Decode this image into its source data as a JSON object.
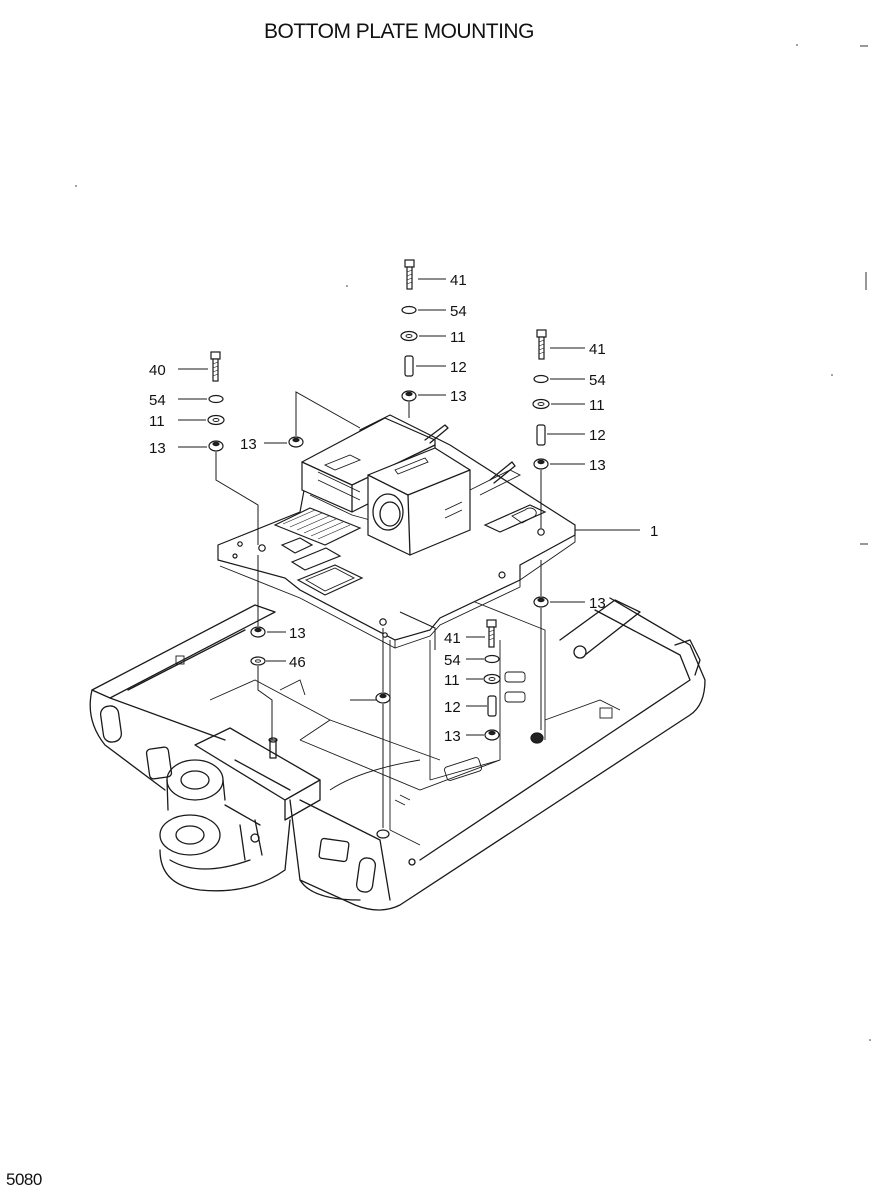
{
  "title": "BOTTOM PLATE MOUNTING",
  "page_number": "5080",
  "callouts": [
    {
      "id": "c-top-41",
      "label": "41",
      "part": "bolt"
    },
    {
      "id": "c-top-54",
      "label": "54",
      "part": "lock-washer"
    },
    {
      "id": "c-top-11",
      "label": "11",
      "part": "washer"
    },
    {
      "id": "c-top-12",
      "label": "12",
      "part": "sleeve"
    },
    {
      "id": "c-top-13",
      "label": "13",
      "part": "rubber-mount"
    },
    {
      "id": "c-right-41",
      "label": "41",
      "part": "bolt"
    },
    {
      "id": "c-right-54",
      "label": "54",
      "part": "lock-washer"
    },
    {
      "id": "c-right-11",
      "label": "11",
      "part": "washer"
    },
    {
      "id": "c-right-12",
      "label": "12",
      "part": "sleeve"
    },
    {
      "id": "c-right-13",
      "label": "13",
      "part": "rubber-mount"
    },
    {
      "id": "c-left-40",
      "label": "40",
      "part": "bolt"
    },
    {
      "id": "c-left-54",
      "label": "54",
      "part": "lock-washer"
    },
    {
      "id": "c-left-11",
      "label": "11",
      "part": "washer"
    },
    {
      "id": "c-left-13",
      "label": "13",
      "part": "rubber-mount"
    },
    {
      "id": "c-mid-13",
      "label": "13",
      "part": "rubber-mount"
    },
    {
      "id": "c-plate-1",
      "label": "1",
      "part": "bottom-plate"
    },
    {
      "id": "c-lower-right-13",
      "label": "13",
      "part": "rubber-mount"
    },
    {
      "id": "c-lower-left-13",
      "label": "13",
      "part": "rubber-mount"
    },
    {
      "id": "c-lower-left-46",
      "label": "46",
      "part": "washer"
    },
    {
      "id": "c-front-41",
      "label": "41",
      "part": "bolt"
    },
    {
      "id": "c-front-54",
      "label": "54",
      "part": "lock-washer"
    },
    {
      "id": "c-front-11",
      "label": "11",
      "part": "washer"
    },
    {
      "id": "c-front-12",
      "label": "12",
      "part": "sleeve"
    },
    {
      "id": "c-front-13",
      "label": "13",
      "part": "rubber-mount"
    }
  ]
}
